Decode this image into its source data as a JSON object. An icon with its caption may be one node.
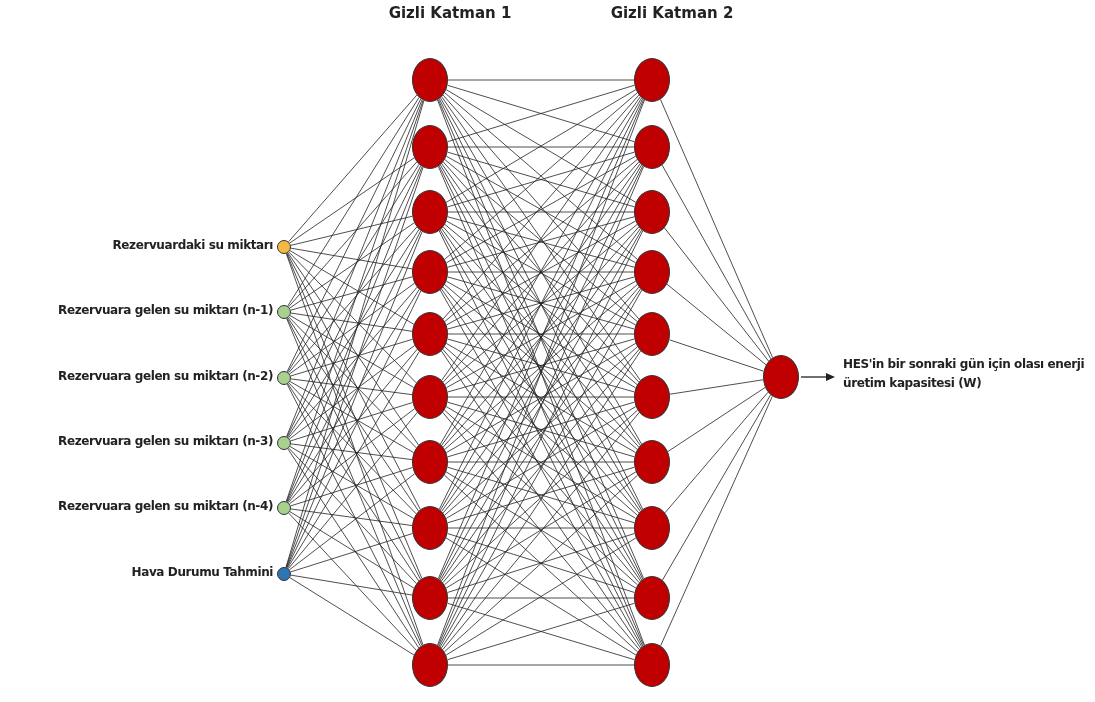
{
  "diagram": {
    "nodes": [
      {
        "text": [],
        "shape": "circle",
        "beside": [
          "Rezervuardaki su miktarı"
        ]
      },
      {
        "text": [],
        "shape": "circle",
        "beside": [
          "Rezervuara gelen su miktarı (n-1)"
        ]
      },
      {
        "text": [],
        "shape": "circle",
        "beside": [
          "Rezervuara gelen su miktarı (n-2)"
        ]
      },
      {
        "text": [],
        "shape": "circle",
        "beside": [
          "Rezervuara gelen su miktarı (n-3)"
        ]
      },
      {
        "text": [],
        "shape": "circle",
        "beside": [
          "Rezervuara gelen su miktarı (n-4)"
        ]
      },
      {
        "text": [],
        "shape": "circle",
        "beside": [
          "Hava Durumu Tahmini"
        ]
      },
      {
        "text": [],
        "shape": "circle"
      },
      {
        "text": [],
        "shape": "circle"
      },
      {
        "text": [],
        "shape": "circle"
      },
      {
        "text": [],
        "shape": "circle"
      },
      {
        "text": [],
        "shape": "circle"
      },
      {
        "text": [],
        "shape": "circle"
      },
      {
        "text": [],
        "shape": "circle"
      },
      {
        "text": [],
        "shape": "circle"
      },
      {
        "text": [],
        "shape": "circle"
      },
      {
        "text": [],
        "shape": "circle"
      },
      {
        "text": [],
        "shape": "circle"
      },
      {
        "text": [],
        "shape": "circle"
      },
      {
        "text": [],
        "shape": "circle"
      },
      {
        "text": [],
        "shape": "circle"
      },
      {
        "text": [],
        "shape": "circle"
      },
      {
        "text": [],
        "shape": "circle"
      },
      {
        "text": [],
        "shape": "circle"
      },
      {
        "text": [],
        "shape": "circle"
      },
      {
        "text": [],
        "shape": "circle"
      },
      {
        "text": [],
        "shape": "circle"
      },
      {
        "text": [],
        "shape": "circle",
        "beside": [
          "HES'in bir sonraki gün için olası enerji üretim kapasitesi (W)"
        ]
      }
    ],
    "edges": [
      {
        "from": 0,
        "to": 6,
        "arrow": "none"
      },
      {
        "from": 0,
        "to": 7,
        "arrow": "none"
      },
      {
        "from": 0,
        "to": 8,
        "arrow": "none"
      },
      {
        "from": 0,
        "to": 9,
        "arrow": "none"
      },
      {
        "from": 0,
        "to": 10,
        "arrow": "none"
      },
      {
        "from": 0,
        "to": 11,
        "arrow": "none"
      },
      {
        "from": 0,
        "to": 12,
        "arrow": "none"
      },
      {
        "from": 0,
        "to": 13,
        "arrow": "none"
      },
      {
        "from": 0,
        "to": 14,
        "arrow": "none"
      },
      {
        "from": 0,
        "to": 15,
        "arrow": "none"
      },
      {
        "from": 1,
        "to": 6,
        "arrow": "none"
      },
      {
        "from": 1,
        "to": 7,
        "arrow": "none"
      },
      {
        "from": 1,
        "to": 8,
        "arrow": "none"
      },
      {
        "from": 1,
        "to": 9,
        "arrow": "none"
      },
      {
        "from": 1,
        "to": 10,
        "arrow": "none"
      },
      {
        "from": 1,
        "to": 11,
        "arrow": "none"
      },
      {
        "from": 1,
        "to": 12,
        "arrow": "none"
      },
      {
        "from": 1,
        "to": 13,
        "arrow": "none"
      },
      {
        "from": 1,
        "to": 14,
        "arrow": "none"
      },
      {
        "from": 1,
        "to": 15,
        "arrow": "none"
      },
      {
        "from": 2,
        "to": 6,
        "arrow": "none"
      },
      {
        "from": 2,
        "to": 7,
        "arrow": "none"
      },
      {
        "from": 2,
        "to": 8,
        "arrow": "none"
      },
      {
        "from": 2,
        "to": 9,
        "arrow": "none"
      },
      {
        "from": 2,
        "to": 10,
        "arrow": "none"
      },
      {
        "from": 2,
        "to": 11,
        "arrow": "none"
      },
      {
        "from": 2,
        "to": 12,
        "arrow": "none"
      },
      {
        "from": 2,
        "to": 13,
        "arrow": "none"
      },
      {
        "from": 2,
        "to": 14,
        "arrow": "none"
      },
      {
        "from": 2,
        "to": 15,
        "arrow": "none"
      },
      {
        "from": 3,
        "to": 6,
        "arrow": "none"
      },
      {
        "from": 3,
        "to": 7,
        "arrow": "none"
      },
      {
        "from": 3,
        "to": 8,
        "arrow": "none"
      },
      {
        "from": 3,
        "to": 9,
        "arrow": "none"
      },
      {
        "from": 3,
        "to": 10,
        "arrow": "none"
      },
      {
        "from": 3,
        "to": 11,
        "arrow": "none"
      },
      {
        "from": 3,
        "to": 12,
        "arrow": "none"
      },
      {
        "from": 3,
        "to": 13,
        "arrow": "none"
      },
      {
        "from": 3,
        "to": 14,
        "arrow": "none"
      },
      {
        "from": 3,
        "to": 15,
        "arrow": "none"
      },
      {
        "from": 4,
        "to": 6,
        "arrow": "none"
      },
      {
        "from": 4,
        "to": 7,
        "arrow": "none"
      },
      {
        "from": 4,
        "to": 8,
        "arrow": "none"
      },
      {
        "from": 4,
        "to": 9,
        "arrow": "none"
      },
      {
        "from": 4,
        "to": 10,
        "arrow": "none"
      },
      {
        "from": 4,
        "to": 11,
        "arrow": "none"
      },
      {
        "from": 4,
        "to": 12,
        "arrow": "none"
      },
      {
        "from": 4,
        "to": 13,
        "arrow": "none"
      },
      {
        "from": 4,
        "to": 14,
        "arrow": "none"
      },
      {
        "from": 4,
        "to": 15,
        "arrow": "none"
      },
      {
        "from": 5,
        "to": 6,
        "arrow": "none"
      },
      {
        "from": 5,
        "to": 7,
        "arrow": "none"
      },
      {
        "from": 5,
        "to": 8,
        "arrow": "none"
      },
      {
        "from": 5,
        "to": 9,
        "arrow": "none"
      },
      {
        "from": 5,
        "to": 10,
        "arrow": "none"
      },
      {
        "from": 5,
        "to": 11,
        "arrow": "none"
      },
      {
        "from": 5,
        "to": 12,
        "arrow": "none"
      },
      {
        "from": 5,
        "to": 13,
        "arrow": "none"
      },
      {
        "from": 5,
        "to": 14,
        "arrow": "none"
      },
      {
        "from": 5,
        "to": 15,
        "arrow": "none"
      },
      {
        "from": 6,
        "to": 16,
        "arrow": "none"
      },
      {
        "from": 6,
        "to": 17,
        "arrow": "none"
      },
      {
        "from": 6,
        "to": 18,
        "arrow": "none"
      },
      {
        "from": 6,
        "to": 19,
        "arrow": "none"
      },
      {
        "from": 6,
        "to": 20,
        "arrow": "none"
      },
      {
        "from": 6,
        "to": 21,
        "arrow": "none"
      },
      {
        "from": 6,
        "to": 22,
        "arrow": "none"
      },
      {
        "from": 6,
        "to": 23,
        "arrow": "none"
      },
      {
        "from": 6,
        "to": 24,
        "arrow": "none"
      },
      {
        "from": 6,
        "to": 25,
        "arrow": "none"
      },
      {
        "from": 7,
        "to": 16,
        "arrow": "none"
      },
      {
        "from": 7,
        "to": 17,
        "arrow": "none"
      },
      {
        "from": 7,
        "to": 18,
        "arrow": "none"
      },
      {
        "from": 7,
        "to": 19,
        "arrow": "none"
      },
      {
        "from": 7,
        "to": 20,
        "arrow": "none"
      },
      {
        "from": 7,
        "to": 21,
        "arrow": "none"
      },
      {
        "from": 7,
        "to": 22,
        "arrow": "none"
      },
      {
        "from": 7,
        "to": 23,
        "arrow": "none"
      },
      {
        "from": 7,
        "to": 24,
        "arrow": "none"
      },
      {
        "from": 7,
        "to": 25,
        "arrow": "none"
      },
      {
        "from": 8,
        "to": 16,
        "arrow": "none"
      },
      {
        "from": 8,
        "to": 17,
        "arrow": "none"
      },
      {
        "from": 8,
        "to": 18,
        "arrow": "none"
      },
      {
        "from": 8,
        "to": 19,
        "arrow": "none"
      },
      {
        "from": 8,
        "to": 20,
        "arrow": "none"
      },
      {
        "from": 8,
        "to": 21,
        "arrow": "none"
      },
      {
        "from": 8,
        "to": 22,
        "arrow": "none"
      },
      {
        "from": 8,
        "to": 23,
        "arrow": "none"
      },
      {
        "from": 8,
        "to": 24,
        "arrow": "none"
      },
      {
        "from": 8,
        "to": 25,
        "arrow": "none"
      },
      {
        "from": 9,
        "to": 16,
        "arrow": "none"
      },
      {
        "from": 9,
        "to": 17,
        "arrow": "none"
      },
      {
        "from": 9,
        "to": 18,
        "arrow": "none"
      },
      {
        "from": 9,
        "to": 19,
        "arrow": "none"
      },
      {
        "from": 9,
        "to": 20,
        "arrow": "none"
      },
      {
        "from": 9,
        "to": 21,
        "arrow": "none"
      },
      {
        "from": 9,
        "to": 22,
        "arrow": "none"
      },
      {
        "from": 9,
        "to": 23,
        "arrow": "none"
      },
      {
        "from": 9,
        "to": 24,
        "arrow": "none"
      },
      {
        "from": 9,
        "to": 25,
        "arrow": "none"
      },
      {
        "from": 10,
        "to": 16,
        "arrow": "none"
      },
      {
        "from": 10,
        "to": 17,
        "arrow": "none"
      },
      {
        "from": 10,
        "to": 18,
        "arrow": "none"
      },
      {
        "from": 10,
        "to": 19,
        "arrow": "none"
      },
      {
        "from": 10,
        "to": 20,
        "arrow": "none"
      },
      {
        "from": 10,
        "to": 21,
        "arrow": "none"
      },
      {
        "from": 10,
        "to": 22,
        "arrow": "none"
      },
      {
        "from": 10,
        "to": 23,
        "arrow": "none"
      },
      {
        "from": 10,
        "to": 24,
        "arrow": "none"
      },
      {
        "from": 10,
        "to": 25,
        "arrow": "none"
      },
      {
        "from": 11,
        "to": 16,
        "arrow": "none"
      },
      {
        "from": 11,
        "to": 17,
        "arrow": "none"
      },
      {
        "from": 11,
        "to": 18,
        "arrow": "none"
      },
      {
        "from": 11,
        "to": 19,
        "arrow": "none"
      },
      {
        "from": 11,
        "to": 20,
        "arrow": "none"
      },
      {
        "from": 11,
        "to": 21,
        "arrow": "none"
      },
      {
        "from": 11,
        "to": 22,
        "arrow": "none"
      },
      {
        "from": 11,
        "to": 23,
        "arrow": "none"
      },
      {
        "from": 11,
        "to": 24,
        "arrow": "none"
      },
      {
        "from": 11,
        "to": 25,
        "arrow": "none"
      },
      {
        "from": 12,
        "to": 16,
        "arrow": "none"
      },
      {
        "from": 12,
        "to": 17,
        "arrow": "none"
      },
      {
        "from": 12,
        "to": 18,
        "arrow": "none"
      },
      {
        "from": 12,
        "to": 19,
        "arrow": "none"
      },
      {
        "from": 12,
        "to": 20,
        "arrow": "none"
      },
      {
        "from": 12,
        "to": 21,
        "arrow": "none"
      },
      {
        "from": 12,
        "to": 22,
        "arrow": "none"
      },
      {
        "from": 12,
        "to": 23,
        "arrow": "none"
      },
      {
        "from": 12,
        "to": 24,
        "arrow": "none"
      },
      {
        "from": 12,
        "to": 25,
        "arrow": "none"
      },
      {
        "from": 13,
        "to": 16,
        "arrow": "none"
      },
      {
        "from": 13,
        "to": 17,
        "arrow": "none"
      },
      {
        "from": 13,
        "to": 18,
        "arrow": "none"
      },
      {
        "from": 13,
        "to": 19,
        "arrow": "none"
      },
      {
        "from": 13,
        "to": 20,
        "arrow": "none"
      },
      {
        "from": 13,
        "to": 21,
        "arrow": "none"
      },
      {
        "from": 13,
        "to": 22,
        "arrow": "none"
      },
      {
        "from": 13,
        "to": 23,
        "arrow": "none"
      },
      {
        "from": 13,
        "to": 24,
        "arrow": "none"
      },
      {
        "from": 13,
        "to": 25,
        "arrow": "none"
      },
      {
        "from": 14,
        "to": 16,
        "arrow": "none"
      },
      {
        "from": 14,
        "to": 17,
        "arrow": "none"
      },
      {
        "from": 14,
        "to": 18,
        "arrow": "none"
      },
      {
        "from": 14,
        "to": 19,
        "arrow": "none"
      },
      {
        "from": 14,
        "to": 20,
        "arrow": "none"
      },
      {
        "from": 14,
        "to": 21,
        "arrow": "none"
      },
      {
        "from": 14,
        "to": 22,
        "arrow": "none"
      },
      {
        "from": 14,
        "to": 23,
        "arrow": "none"
      },
      {
        "from": 14,
        "to": 24,
        "arrow": "none"
      },
      {
        "from": 14,
        "to": 25,
        "arrow": "none"
      },
      {
        "from": 15,
        "to": 16,
        "arrow": "none"
      },
      {
        "from": 15,
        "to": 17,
        "arrow": "none"
      },
      {
        "from": 15,
        "to": 18,
        "arrow": "none"
      },
      {
        "from": 15,
        "to": 19,
        "arrow": "none"
      },
      {
        "from": 15,
        "to": 20,
        "arrow": "none"
      },
      {
        "from": 15,
        "to": 21,
        "arrow": "none"
      },
      {
        "from": 15,
        "to": 22,
        "arrow": "none"
      },
      {
        "from": 15,
        "to": 23,
        "arrow": "none"
      },
      {
        "from": 15,
        "to": 24,
        "arrow": "none"
      },
      {
        "from": 15,
        "to": 25,
        "arrow": "none"
      },
      {
        "from": 16,
        "to": 26,
        "arrow": "none"
      },
      {
        "from": 17,
        "to": 26,
        "arrow": "none"
      },
      {
        "from": 18,
        "to": 26,
        "arrow": "none"
      },
      {
        "from": 19,
        "to": 26,
        "arrow": "none"
      },
      {
        "from": 20,
        "to": 26,
        "arrow": "none"
      },
      {
        "from": 21,
        "to": 26,
        "arrow": "none"
      },
      {
        "from": 22,
        "to": 26,
        "arrow": "none"
      },
      {
        "from": 23,
        "to": 26,
        "arrow": "none"
      },
      {
        "from": 24,
        "to": 26,
        "arrow": "none"
      },
      {
        "from": 25,
        "to": 26,
        "arrow": "none"
      },
      {
        "from": 26,
        "to": null,
        "arrow": "to"
      }
    ],
    "labels": [
      "Gizli Katman 1",
      "Gizli Katman 2"
    ]
  }
}
